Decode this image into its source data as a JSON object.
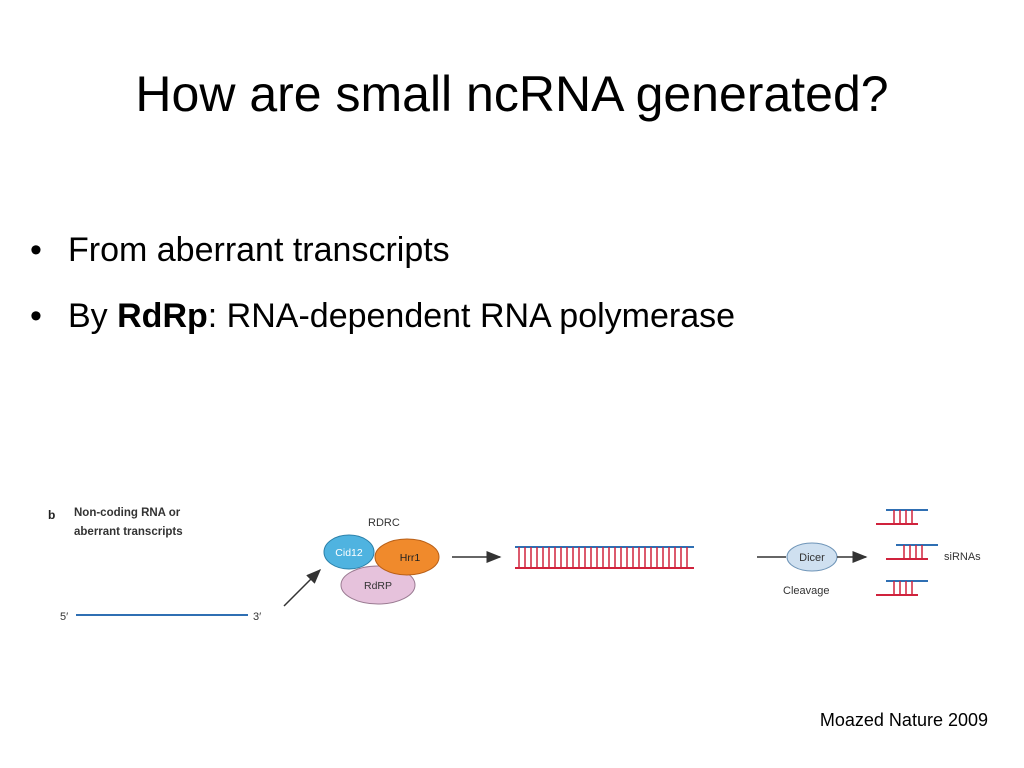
{
  "slide": {
    "title": "How are small ncRNA generated?",
    "bullets": [
      {
        "text": "From aberrant transcripts"
      },
      {
        "prefix": "By ",
        "bold": "RdRp",
        "suffix": ": RNA-dependent RNA polymerase"
      }
    ],
    "credit": "Moazed Nature 2009"
  },
  "figure": {
    "panel_letter": "b",
    "input_label_line1": "Non-coding RNA or",
    "input_label_line2": "aberrant transcripts",
    "end5": "5′",
    "end3": "3′",
    "complex_label": "RDRC",
    "cid12_label": "Cid12",
    "hrr1_label": "Hrr1",
    "rdrp_label": "RdRP",
    "dicer_label": "Dicer",
    "cleavage_label": "Cleavage",
    "product_label": "siRNAs",
    "colors": {
      "strand_blue": "#2f6fb3",
      "strand_red": "#d0223c",
      "cid12": "#4fb3e0",
      "hrr1": "#f08a2c",
      "rdrp": "#e6c2dc",
      "dicer": "#cfe0f0"
    }
  }
}
